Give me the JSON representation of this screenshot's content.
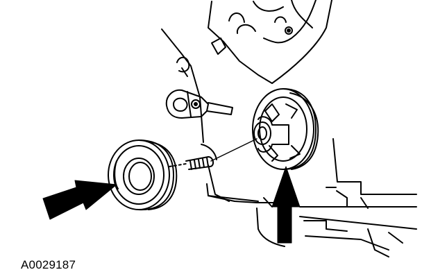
{
  "figure": {
    "id_label": "A0029187"
  },
  "parts": {
    "left_item": "seal",
    "right_item": "pulley",
    "arrows": [
      "arrow-pointing-right",
      "arrow-pointing-up"
    ]
  },
  "colors": {
    "line": "#000000",
    "background": "#ffffff"
  }
}
